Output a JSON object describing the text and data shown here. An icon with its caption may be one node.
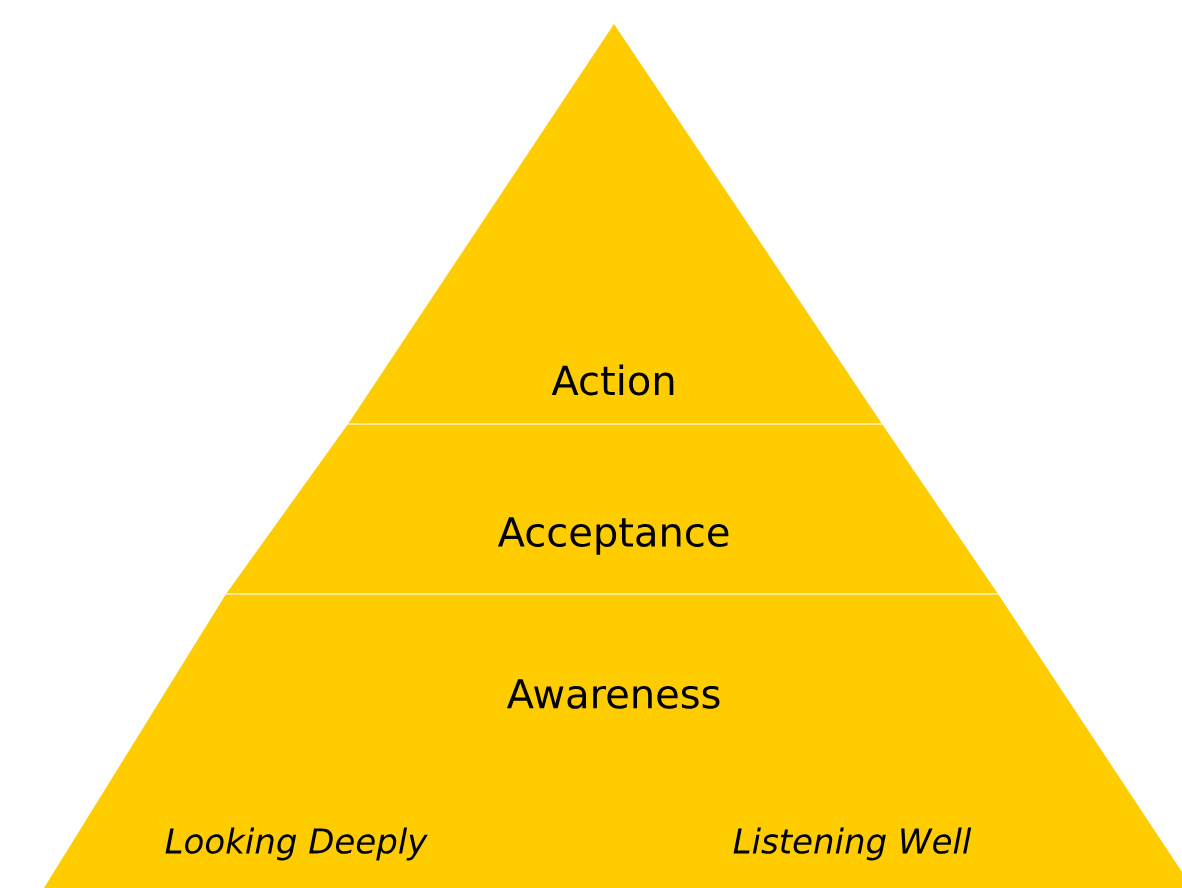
{
  "diagram": {
    "nodes": [
      {
        "text": [
          "Action"
        ]
      },
      {
        "text": [
          "Acceptance"
        ]
      },
      {
        "text": [
          "Awareness",
          "Looking Deeply",
          "Listening Well"
        ]
      }
    ]
  }
}
